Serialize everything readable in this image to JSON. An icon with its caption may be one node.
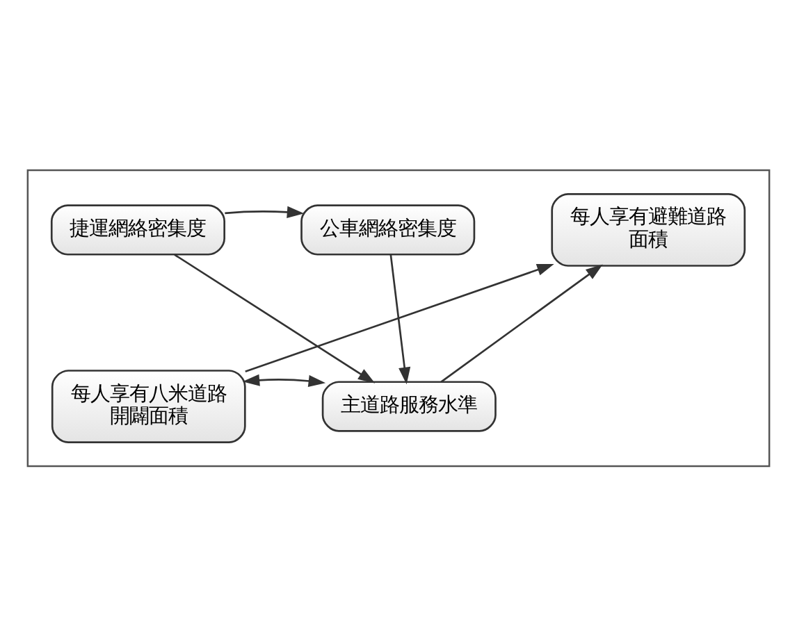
{
  "diagram": {
    "nodes": [
      {
        "text": [],
        "shape": "box"
      },
      {
        "text": [
          "捷運網絡密集度"
        ],
        "in": 0
      },
      {
        "text": [
          "公車網絡密集度"
        ],
        "in": 0
      },
      {
        "text": [
          "每人享有避難道路面積"
        ],
        "in": 0
      },
      {
        "text": [
          "每人享有八米道路開闢面積"
        ],
        "in": 0
      },
      {
        "text": [
          "主道路服務水準"
        ],
        "in": 0
      }
    ],
    "edges": [
      {
        "from": 1,
        "to": 2,
        "arrow": "to"
      },
      {
        "from": 1,
        "to": 5,
        "arrow": "to"
      },
      {
        "from": 2,
        "to": 5,
        "arrow": "to"
      },
      {
        "from": 4,
        "to": 3,
        "arrow": "to"
      },
      {
        "from": 5,
        "to": 3,
        "arrow": "to"
      },
      {
        "from": 4,
        "to": 5,
        "arrow": "both"
      }
    ]
  }
}
